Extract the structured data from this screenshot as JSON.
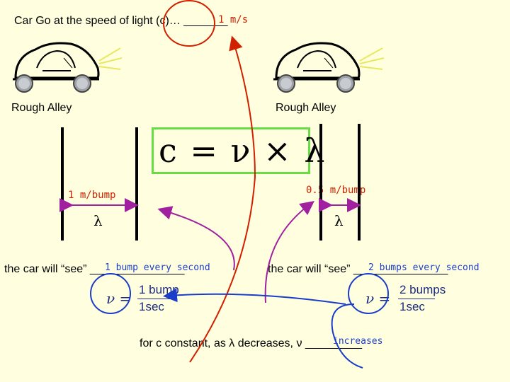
{
  "header": {
    "prompt": "Car Go at the speed of light (c)… _______",
    "answer": "1 m/s"
  },
  "left_panel": {
    "road_label": "Rough Alley",
    "bump_spacing": "1 m/bump",
    "lambda_symbol": "λ",
    "sees_prompt": "the car will “see” _______________",
    "sees_answer": "1 bump every second",
    "nu_symbol": "ν =",
    "frac_num": "1 bump",
    "frac_den": "1sec"
  },
  "right_panel": {
    "road_label": "Rough Alley",
    "bump_spacing": "0.5 m/bump",
    "lambda_symbol": "λ",
    "sees_prompt": "the car will “see” _______________",
    "sees_answer": "2 bumps every second",
    "nu_symbol": "ν =",
    "frac_num": "2 bumps",
    "frac_den": "1sec"
  },
  "equation": "c = ν × λ",
  "conclusion": {
    "prompt": "for c constant, as λ decreases, ν _________",
    "answer": "increases"
  },
  "colors": {
    "background": "#ffffe0",
    "equation_border": "#66dd44",
    "annotation_red": "#d02000",
    "annotation_blue": "#1a3cc8",
    "annotation_purple": "#a020a0"
  }
}
